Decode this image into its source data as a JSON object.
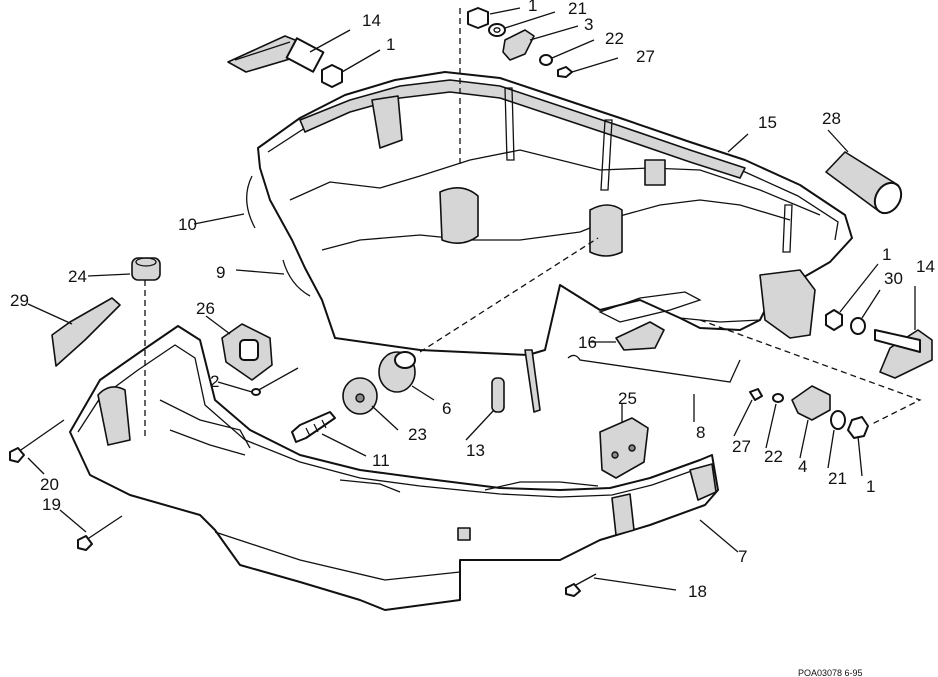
{
  "diagram": {
    "callouts": [
      {
        "id": "c14a",
        "text": "14"
      },
      {
        "id": "c1a",
        "text": "1"
      },
      {
        "id": "c1b",
        "text": "1"
      },
      {
        "id": "c21a",
        "text": "21"
      },
      {
        "id": "c3",
        "text": "3"
      },
      {
        "id": "c22a",
        "text": "22"
      },
      {
        "id": "c27a",
        "text": "27"
      },
      {
        "id": "c15",
        "text": "15"
      },
      {
        "id": "c28",
        "text": "28"
      },
      {
        "id": "c10",
        "text": "10"
      },
      {
        "id": "c9",
        "text": "9"
      },
      {
        "id": "c24",
        "text": "24"
      },
      {
        "id": "c29",
        "text": "29"
      },
      {
        "id": "c26",
        "text": "26"
      },
      {
        "id": "c1c",
        "text": "1"
      },
      {
        "id": "c30",
        "text": "30"
      },
      {
        "id": "c14b",
        "text": "14"
      },
      {
        "id": "c16",
        "text": "16"
      },
      {
        "id": "c2",
        "text": "2"
      },
      {
        "id": "c6",
        "text": "6"
      },
      {
        "id": "c23",
        "text": "23"
      },
      {
        "id": "c11",
        "text": "11"
      },
      {
        "id": "c13",
        "text": "13"
      },
      {
        "id": "c25",
        "text": "25"
      },
      {
        "id": "c8",
        "text": "8"
      },
      {
        "id": "c27b",
        "text": "27"
      },
      {
        "id": "c22b",
        "text": "22"
      },
      {
        "id": "c4",
        "text": "4"
      },
      {
        "id": "c21b",
        "text": "21"
      },
      {
        "id": "c1d",
        "text": "1"
      },
      {
        "id": "c20",
        "text": "20"
      },
      {
        "id": "c19",
        "text": "19"
      },
      {
        "id": "c7",
        "text": "7"
      },
      {
        "id": "c18",
        "text": "18"
      }
    ],
    "drawing_code": "POA03078   6-95"
  }
}
